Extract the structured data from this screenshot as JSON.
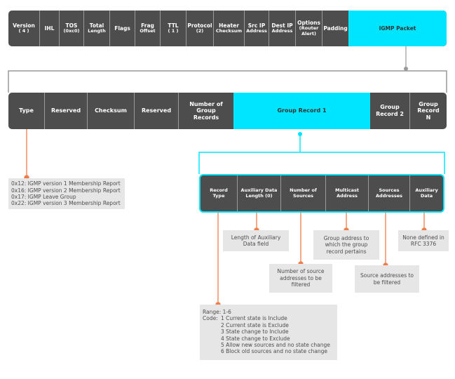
{
  "ip_header": {
    "fields": [
      {
        "label": "Version",
        "sub": "( 4 )"
      },
      {
        "label": "IHL",
        "sub": ""
      },
      {
        "label": "TOS",
        "sub": "(0xc0)"
      },
      {
        "label": "Total",
        "sub": "Length"
      },
      {
        "label": "Flags",
        "sub": ""
      },
      {
        "label": "Frag",
        "sub": "Offset"
      },
      {
        "label": "TTL",
        "sub": "( 1 )"
      },
      {
        "label": "Protocol",
        "sub": "(2)"
      },
      {
        "label": "Heater",
        "sub": "Checksum"
      },
      {
        "label": "Src IP",
        "sub": "Address"
      },
      {
        "label": "Dest IP",
        "sub": "Address"
      },
      {
        "label": "Options",
        "sub": "(Router Alert)"
      },
      {
        "label": "Padding",
        "sub": ""
      }
    ],
    "packet_label": "IGMP Packet"
  },
  "igmp_header": {
    "fields": [
      {
        "label": "Type"
      },
      {
        "label": "Reserved"
      },
      {
        "label": "Checksum"
      },
      {
        "label": "Reserved"
      },
      {
        "label": "Number of Group Records"
      },
      {
        "label": "Group Record 1"
      },
      {
        "label": "Group Record 2"
      },
      {
        "label": "Group Record N"
      }
    ]
  },
  "group_record": {
    "fields": [
      {
        "label": "Record Type"
      },
      {
        "label": "Auxiliary Data Length (0)"
      },
      {
        "label": "Number of Sources"
      },
      {
        "label": "Multicast Address"
      },
      {
        "label": "Sources Addresses"
      },
      {
        "label": "Auxiliary Data"
      }
    ]
  },
  "notes": {
    "type_codes": [
      "0x12:  IGMP version 1 Membership Report",
      "0x16:  IGMP version 2 Membership Report",
      "0x17:  IGMP Leave Group",
      "0x22:  IGMP version 3 Membership Report"
    ],
    "aux_len": "Length of Auxiliary Data field",
    "multicast": "Group address to which the group record pertains",
    "aux_data": "None defined in RFC 3376",
    "num_sources": "Number of source addresses to be filtered",
    "source_addrs": "Source addresses to be filtered",
    "record_type": {
      "range": "Range: 1-6",
      "code_label": "Code:",
      "codes": [
        "1  Current state is Include",
        "2  Current state is Exclude",
        "3  State change to Include",
        "4  State change to Exclude",
        "5  Allow new sources and no state change",
        "6  Block old sources and no state change"
      ]
    }
  },
  "colors": {
    "bar": "#4d4d4d",
    "highlight": "#00e5ff",
    "connector": "#f07c48",
    "note_bg": "#e6e6e6"
  }
}
